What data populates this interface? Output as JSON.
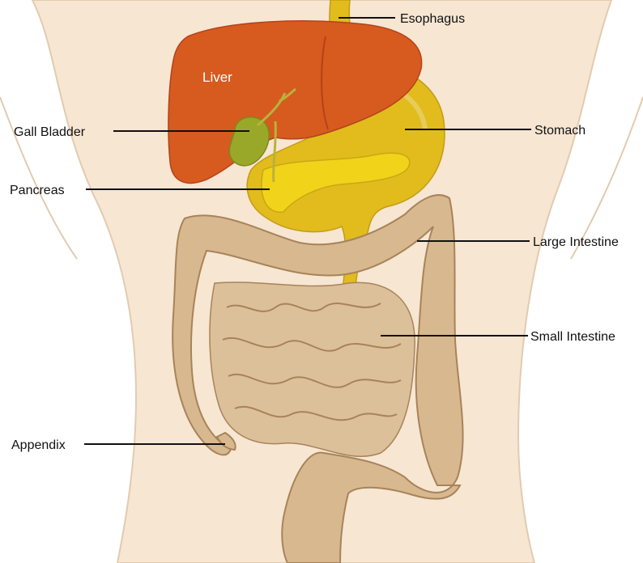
{
  "labels": {
    "esophagus": "Esophagus",
    "liver": "Liver",
    "gall_bladder": "Gall Bladder",
    "stomach": "Stomach",
    "pancreas": "Pancreas",
    "large_intestine": "Large Intestine",
    "small_intestine": "Small Intestine",
    "appendix": "Appendix"
  },
  "colors": {
    "skin": "#f6e6d2",
    "body_outline": "#e2cbb0",
    "liver": "#d75a1f",
    "liver_dark": "#b4431a",
    "gall_bladder": "#9aa82a",
    "stomach": "#e1bc1c",
    "stomach_light": "#ead06a",
    "pancreas": "#f1d31a",
    "intestine": "#d8b88f",
    "intestine_dark": "#a8835a",
    "leader": "#111111"
  }
}
